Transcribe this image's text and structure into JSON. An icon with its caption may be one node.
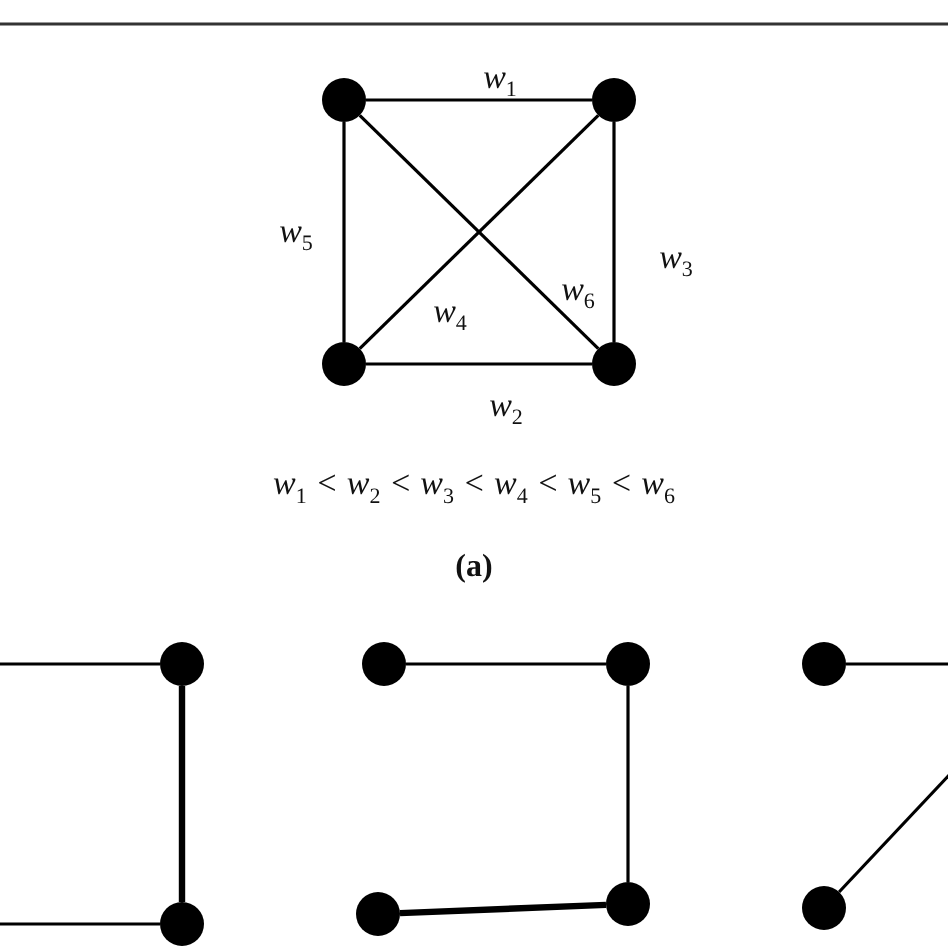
{
  "diagram": {
    "nodes": [
      {
        "text": [],
        "shape": "circle"
      },
      {
        "text": [],
        "shape": "circle"
      },
      {
        "text": [],
        "shape": "circle"
      },
      {
        "text": [],
        "shape": "circle"
      },
      {
        "text": [],
        "shape": "circle"
      },
      {
        "text": [],
        "shape": "circle"
      },
      {
        "text": [],
        "shape": "circle"
      },
      {
        "text": [],
        "shape": "circle"
      },
      {
        "text": [],
        "shape": "circle"
      },
      {
        "text": [],
        "shape": "circle"
      },
      {
        "text": [],
        "shape": "circle"
      },
      {
        "text": [],
        "shape": "circle"
      }
    ],
    "edges": [
      {
        "from": 0,
        "to": 1,
        "arrow": "none",
        "label": "w$_{1}$"
      },
      {
        "from": 2,
        "to": 3,
        "arrow": "none",
        "label": "w$_{2}$"
      },
      {
        "from": 1,
        "to": 3,
        "arrow": "none",
        "label": "w$_{3}$"
      },
      {
        "from": 1,
        "to": 2,
        "arrow": "none",
        "label": "w$_{4}$"
      },
      {
        "from": 0,
        "to": 2,
        "arrow": "none",
        "label": "w$_{5}$"
      },
      {
        "from": 0,
        "to": 3,
        "arrow": "none",
        "label": "w$_{6}$"
      },
      {
        "from": null,
        "to": 4,
        "arrow": "none"
      },
      {
        "from": null,
        "to": 5,
        "arrow": "none"
      },
      {
        "from": 4,
        "to": 5,
        "arrow": "none",
        "style": "thick"
      },
      {
        "from": 6,
        "to": 7,
        "arrow": "none"
      },
      {
        "from": 7,
        "to": 9,
        "arrow": "none"
      },
      {
        "from": 8,
        "to": 9,
        "arrow": "none",
        "style": "thick"
      },
      {
        "from": 10,
        "to": null,
        "arrow": "none"
      },
      {
        "from": 11,
        "to": null,
        "arrow": "none"
      }
    ],
    "labels": [
      "w$_{1}$ < w$_{2}$ < w$_{3}$ < w$_{4}$ < w$_{5}$ < w$_{6}$",
      "(a)"
    ]
  }
}
